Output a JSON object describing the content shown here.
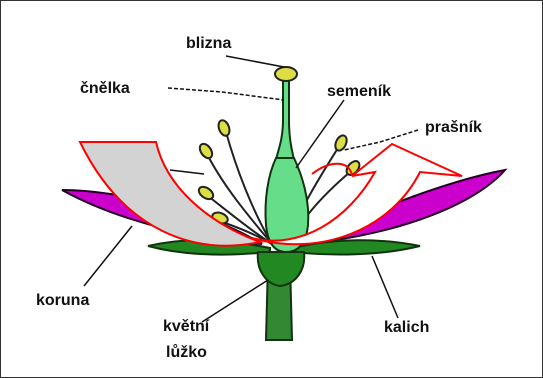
{
  "labels": {
    "blizna": "blizna",
    "cnelka": "čnělka",
    "semenik": "semeník",
    "prasnik": "prašník",
    "koruna": "koruna",
    "kvetni_line1": "květní",
    "kvetni_line2": "lůžko",
    "kalich": "kalich"
  },
  "colors": {
    "petal": "#cc00cc",
    "pistil": "#66dd88",
    "anther": "#dddd44",
    "sepal": "#228822",
    "stem": "#338833",
    "overlay_fill": "#d3d3d3",
    "overlay_stroke": "#ff0000"
  }
}
